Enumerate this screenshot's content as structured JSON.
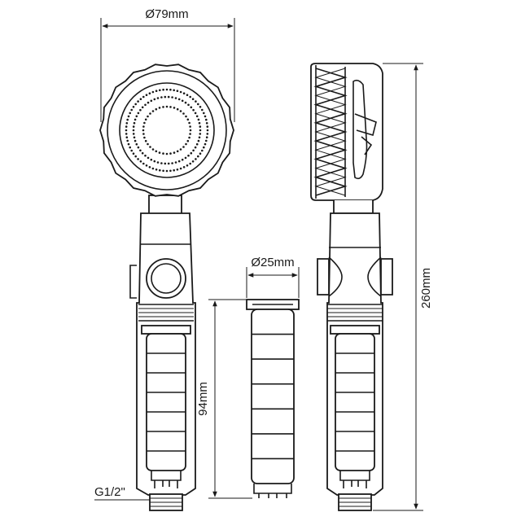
{
  "dimensions": {
    "head_diameter": "Ø79mm",
    "filter_diameter": "Ø25mm",
    "filter_length": "94mm",
    "total_length": "260mm",
    "thread": "G1/2\""
  },
  "colors": {
    "line": "#1a1a1a",
    "background": "#ffffff"
  }
}
